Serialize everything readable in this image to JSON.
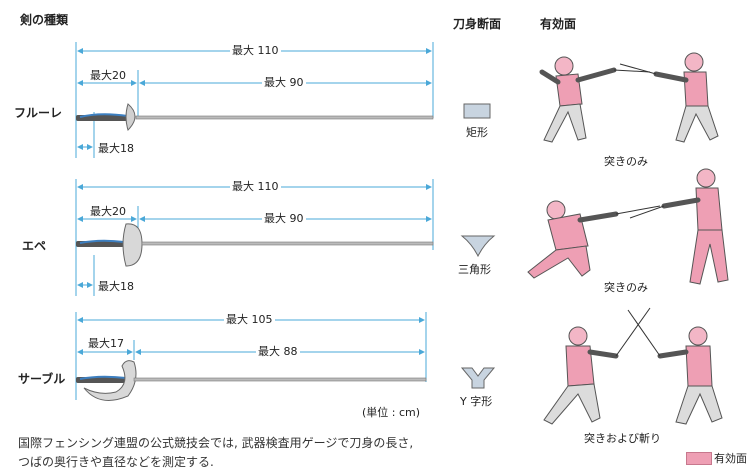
{
  "headers": {
    "weapon_type": "剣の種類",
    "blade_section": "刀身断面",
    "valid_area": "有効面"
  },
  "weapons": [
    {
      "name": "フルーレ",
      "total": "最大 110",
      "guard_len": "最大20",
      "blade_len": "最大 90",
      "grip_len": "最大18",
      "section_label": "矩形",
      "target_label": "突きのみ"
    },
    {
      "name": "エペ",
      "total": "最大 110",
      "guard_len": "最大20",
      "blade_len": "最大 90",
      "grip_len": "最大18",
      "section_label": "三角形",
      "target_label": "突きのみ"
    },
    {
      "name": "サーブル",
      "total": "最大 105",
      "guard_len": "最大17",
      "blade_len": "最大 88",
      "section_label": "Y 字形",
      "target_label": "突きおよび斬り"
    }
  ],
  "unit_note": "(単位 : cm)",
  "footnote_line1": "国際フェンシング連盟の公式競技会では, 武器検査用ゲージで刀身の長さ,",
  "footnote_line2": "つばの奥行きや直径などを測定する.",
  "legend_label": "有効面",
  "colors": {
    "dimension_line": "#4aa8d8",
    "valid_area": "#ee9fb4",
    "section_fill": "#c8d4e0"
  }
}
